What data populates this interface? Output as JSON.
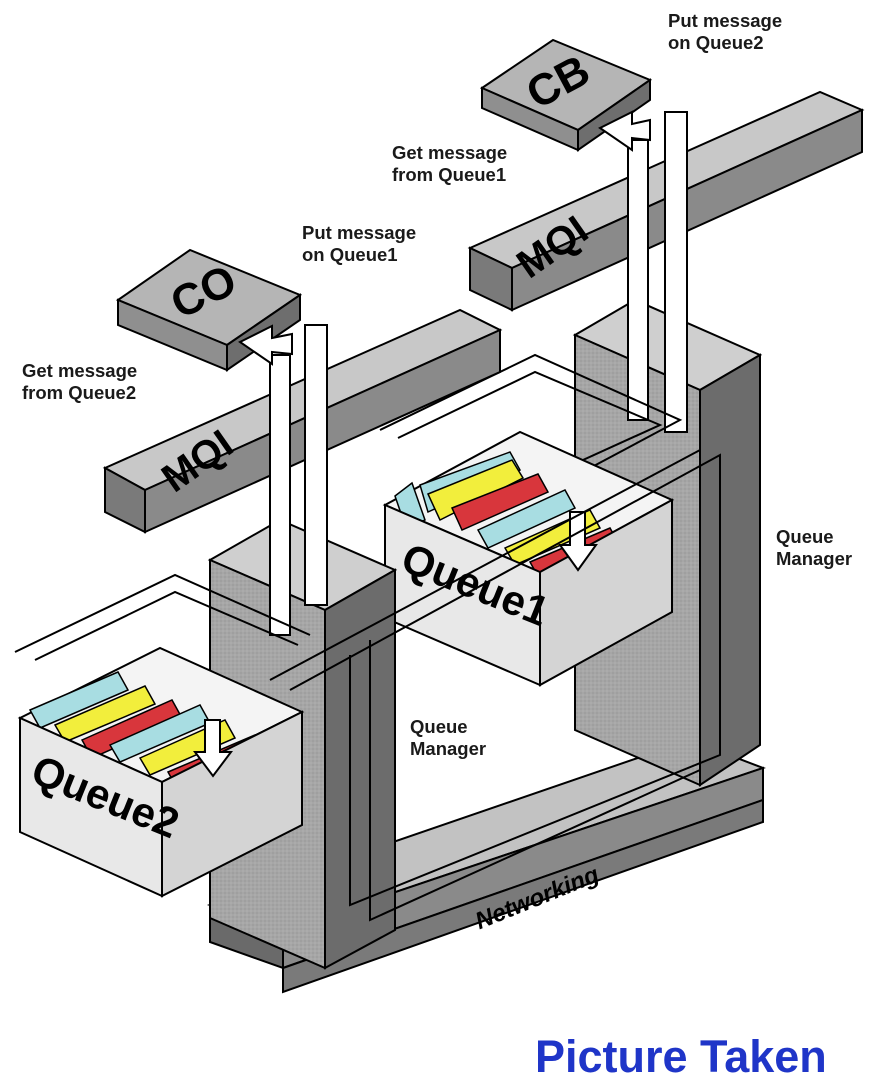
{
  "apps": {
    "right": "CB",
    "left": "CO"
  },
  "mqi_labels": {
    "right": "MQI",
    "left": "MQI"
  },
  "queues": {
    "q1": "Queue1",
    "q2": "Queue2"
  },
  "annotations": {
    "put_q2": [
      "Put message",
      "on Queue2"
    ],
    "get_q1": [
      "Get message",
      "from Queue1"
    ],
    "put_q1": [
      "Put message",
      "on Queue1"
    ],
    "get_q2": [
      "Get message",
      "from Queue2"
    ],
    "qm_right": [
      "Queue",
      "Manager"
    ],
    "qm_left": [
      "Queue",
      "Manager"
    ]
  },
  "networking_label": "Networking",
  "footer_caption": "Picture Taken",
  "colors": {
    "caption_blue": "#1f35c8",
    "tab_blue": "#a8dde2",
    "tab_yellow": "#f2ee3c",
    "tab_red": "#d8363c",
    "box_top": "#bdbdbd",
    "box_side": "#8c8c8c",
    "pillar_front": "#9c9c9c",
    "pillar_side": "#6a6a6a",
    "queue_front": "#e8e8e8"
  }
}
